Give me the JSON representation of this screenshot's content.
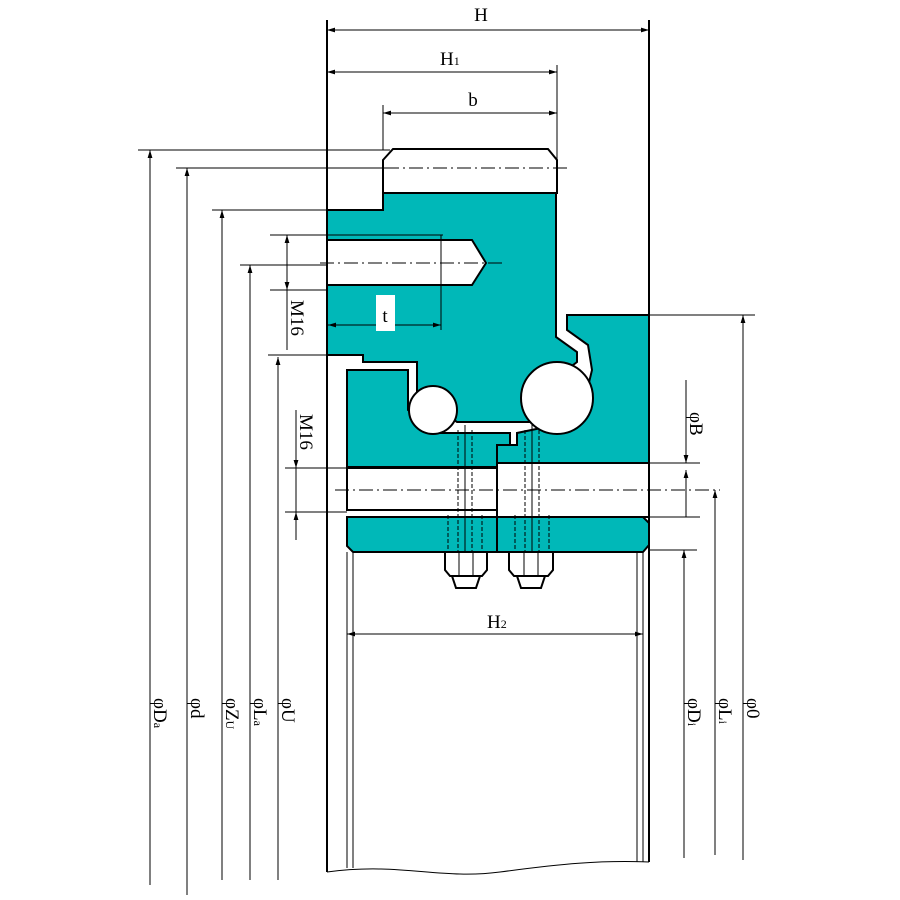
{
  "title": "Slewing bearing cross-section",
  "colors": {
    "section_fill": "#00b8b8",
    "line": "#000000"
  },
  "labels": {
    "H": "H",
    "H1": {
      "main": "H",
      "sub": "1"
    },
    "b": "b",
    "t": "t",
    "M16_upper": "M16",
    "M16_lower": "M16",
    "B": "φB",
    "H2": {
      "main": "H",
      "sub": "2"
    },
    "Da": {
      "main": "φD",
      "sub": "a"
    },
    "d": "φd",
    "Zu": {
      "main": "φZ",
      "sub": "U"
    },
    "La": {
      "main": "φL",
      "sub": "a"
    },
    "U": "φU",
    "Di": {
      "main": "φD",
      "sub": "i"
    },
    "Li": {
      "main": "φL",
      "sub": "i"
    },
    "O": "φ0"
  }
}
